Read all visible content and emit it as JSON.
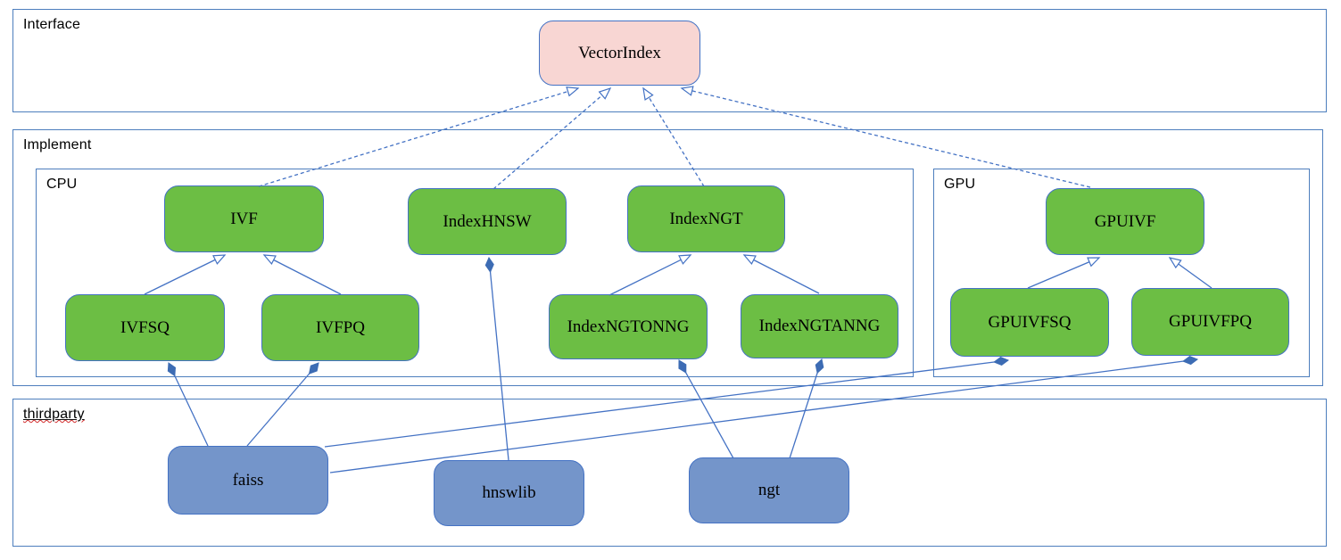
{
  "diagram": {
    "containers": {
      "interface": {
        "label": "Interface"
      },
      "implement": {
        "label": "Implement"
      },
      "cpu": {
        "label": "CPU"
      },
      "gpu": {
        "label": "GPU"
      },
      "thirdparty": {
        "label": "thirdparty"
      }
    },
    "nodes": {
      "vectorindex": {
        "label": "VectorIndex",
        "kind": "interface"
      },
      "ivf": {
        "label": "IVF",
        "kind": "cpu-implementation"
      },
      "indexhnsw": {
        "label": "IndexHNSW",
        "kind": "cpu-implementation"
      },
      "indexngt": {
        "label": "IndexNGT",
        "kind": "cpu-implementation"
      },
      "ivfsq": {
        "label": "IVFSQ",
        "kind": "cpu-implementation"
      },
      "ivfpq": {
        "label": "IVFPQ",
        "kind": "cpu-implementation"
      },
      "indexngtonng": {
        "label": "IndexNGTONNG",
        "kind": "cpu-implementation"
      },
      "indexngtanng": {
        "label": "IndexNGTANNG",
        "kind": "cpu-implementation"
      },
      "gpuivf": {
        "label": "GPUIVF",
        "kind": "gpu-implementation"
      },
      "gpuivfsq": {
        "label": "GPUIVFSQ",
        "kind": "gpu-implementation"
      },
      "gpuivfpq": {
        "label": "GPUIVFPQ",
        "kind": "gpu-implementation"
      },
      "faiss": {
        "label": "faiss",
        "kind": "thirdparty-library"
      },
      "hnswlib": {
        "label": "hnswlib",
        "kind": "thirdparty-library"
      },
      "ngt": {
        "label": "ngt",
        "kind": "thirdparty-library"
      }
    },
    "edges": [
      {
        "from": "IVF",
        "to": "VectorIndex",
        "type": "realization-dashed-hollow-arrow"
      },
      {
        "from": "IndexHNSW",
        "to": "VectorIndex",
        "type": "realization-dashed-hollow-arrow"
      },
      {
        "from": "IndexNGT",
        "to": "VectorIndex",
        "type": "realization-dashed-hollow-arrow"
      },
      {
        "from": "GPUIVF",
        "to": "VectorIndex",
        "type": "realization-dashed-hollow-arrow"
      },
      {
        "from": "IVFSQ",
        "to": "IVF",
        "type": "generalization-hollow-arrow"
      },
      {
        "from": "IVFPQ",
        "to": "IVF",
        "type": "generalization-hollow-arrow"
      },
      {
        "from": "IndexNGTONNG",
        "to": "IndexNGT",
        "type": "generalization-hollow-arrow"
      },
      {
        "from": "IndexNGTANNG",
        "to": "IndexNGT",
        "type": "generalization-hollow-arrow"
      },
      {
        "from": "GPUIVFSQ",
        "to": "GPUIVF",
        "type": "generalization-hollow-arrow"
      },
      {
        "from": "GPUIVFPQ",
        "to": "GPUIVF",
        "type": "generalization-hollow-arrow"
      },
      {
        "from": "faiss",
        "to": "IVFSQ",
        "type": "composition-filled-diamond"
      },
      {
        "from": "faiss",
        "to": "IVFPQ",
        "type": "composition-filled-diamond"
      },
      {
        "from": "faiss",
        "to": "GPUIVFSQ",
        "type": "composition-filled-diamond"
      },
      {
        "from": "faiss",
        "to": "GPUIVFPQ",
        "type": "composition-filled-diamond"
      },
      {
        "from": "hnswlib",
        "to": "IndexHNSW",
        "type": "composition-filled-diamond"
      },
      {
        "from": "ngt",
        "to": "IndexNGTONNG",
        "type": "composition-filled-diamond"
      },
      {
        "from": "ngt",
        "to": "IndexNGTANNG",
        "type": "composition-filled-diamond"
      }
    ],
    "colors": {
      "interface_node_fill": "#f8d6d3",
      "implementation_node_fill": "#6cbe44",
      "thirdparty_node_fill": "#7495ca",
      "node_border": "#4472c4",
      "container_border": "#4d7ebd",
      "connector": "#4472c4",
      "diamond_fill": "#3d6cb4",
      "text": "#000000",
      "spellcheck_wavy_underline": "#d32f2f"
    }
  }
}
